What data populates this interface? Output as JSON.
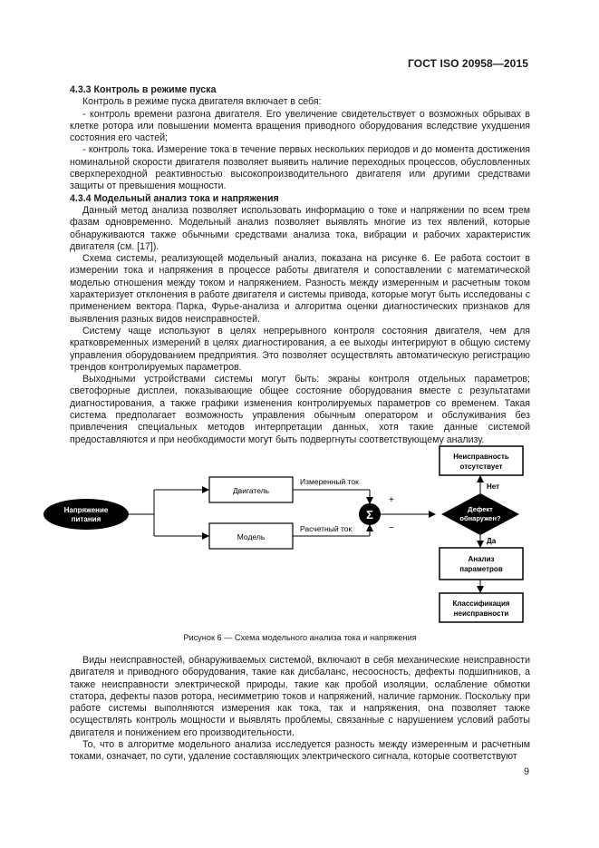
{
  "header": {
    "doc_id": "ГОСТ ISO 20958—2015"
  },
  "sections": {
    "s433": {
      "heading": "4.3.3 Контроль в режиме пуска",
      "p1": "Контроль в режиме пуска двигателя включает в себя:",
      "p2": "- контроль времени разгона двигателя. Его увеличение свидетельствует о возможных обрывах в клетке ротора или повышении момента вращения приводного оборудования вследствие ухудшения состояния его частей;",
      "p3": "- контроль тока.  Измерение тока в течение первых нескольких периодов и до момента достижения номинальной скорости двигателя позволяет выявить наличие переходных процессов, обусловленных сверхпереходной реактивностью высокопроизводительного двигателя или другими средствами защиты от превышения мощности."
    },
    "s434": {
      "heading": "4.3.4 Модельный анализ тока и напряжения",
      "p1": "Данный метод анализа позволяет использовать информацию о токе и напряжении по всем трем фазам одновременно. Модельный анализ позволяет выявлять многие из тех явлений, которые обнаруживаются также обычными средствами анализа тока, вибрации и рабочих характеристик двигателя (см. [17]).",
      "p2": "Схема системы, реализующей модельный анализ, показана на рисунке 6. Ее работа состоит в измерении тока и напряжения в процессе работы двигателя и сопоставлении с математической моделью отношения между током и напряжением. Разность между измеренным и расчетным током характеризует отклонения в работе двигателя и системы привода, которые могут быть исследованы с применением вектора Парка, Фурье-анализа и алгоритма оценки диагностических признаков для выявления разных видов неисправностей.",
      "p3": "Систему чаще используют в целях непрерывного контроля состояния двигателя, чем для кратковременных измерений в целях диагностирования, а ее выходы  интегрируют в общую систему управления оборудованием предприятия. Это позволяет осуществлять автоматическую регистрацию трендов контролируемых параметров.",
      "p4": "Выходными устройствами системы могут быть: экраны контроля отдельных параметров; светофорные дисплеи, показывающие общее состояние оборудования вместе с результатами диагностирования, а также графики изменения контролируемых параметров со временем. Такая система предполагает возможность управления обычным оператором и обслуживания без привлечения специальных методов интерпретации данных, хотя такие данные системой предоставляются и при необходимости могут быть подвергнуты соответствующему анализу."
    }
  },
  "figure": {
    "supply_line1": "Напряжение",
    "supply_line2": "питания",
    "motor": "Двигатель",
    "model": "Модель",
    "measured_current": "Измеренный ток",
    "calculated_current": "Расчетный ток",
    "sum_symbol": "Σ",
    "plus": "+",
    "minus": "−",
    "decision_line1": "Дефект",
    "decision_line2": "обнаружен?",
    "no_label": "Нет",
    "yes_label": "Да",
    "no_fault_line1": "Неисправность",
    "no_fault_line2": "отсутствует",
    "analysis_line1": "Анализ",
    "analysis_line2": "параметров",
    "classification_line1": "Классификация",
    "classification_line2": "неисправности",
    "caption": "Рисунок 6 — Схема модельного анализа тока и напряжения"
  },
  "after_figure": {
    "p1": "Виды неисправностей, обнаруживаемых системой, включают в себя механические неисправности двигателя и приводного оборудования, такие как дисбаланс, несоосность, дефекты подшипников, а также неисправности электрической природы, такие как пробой изоляции, ослабление обмотки статора, дефекты пазов ротора, несимметрию токов и напряжений, наличие гармоник. Поскольку при работе системы выполняются измерения как тока, так и напряжения, она позволяет также осуществлять контроль мощности и выявлять проблемы, связанные с нарушением условий работы двигателя и понижением его производительности.",
    "p2": "То, что в алгоритме модельного анализа исследуется разность между измеренным и расчетным токами, означает, по сути, удаление составляющих электрического сигнала, которые соответствуют"
  },
  "page_number": "9"
}
